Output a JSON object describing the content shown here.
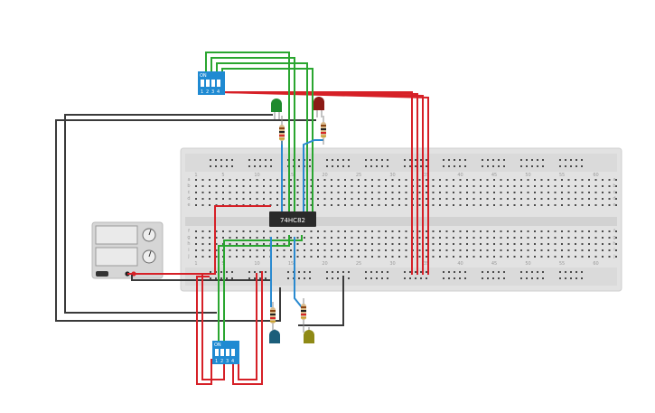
{
  "circuit": {
    "chip": {
      "label": "74HC82"
    },
    "dip_switch_top": {
      "on_label": "ON",
      "numbers": [
        "1",
        "2",
        "3",
        "4"
      ]
    },
    "dip_switch_bottom": {
      "on_label": "ON",
      "numbers": [
        "1",
        "2",
        "3",
        "4"
      ]
    },
    "leds": [
      {
        "name": "led-green",
        "color": "#1f8a2e"
      },
      {
        "name": "led-red",
        "color": "#8c1a16"
      },
      {
        "name": "led-blue",
        "color": "#1b5e7a"
      },
      {
        "name": "led-olive",
        "color": "#8f8a16"
      }
    ],
    "power_supply": {
      "indicator": "#d62728"
    },
    "breadboard": {
      "top_col_labels": [
        "1",
        "5",
        "10",
        "15",
        "20",
        "25",
        "30",
        "35",
        "40",
        "45",
        "50",
        "55",
        "60"
      ],
      "row_labels_upper": [
        "a",
        "b",
        "c",
        "d",
        "e"
      ],
      "row_labels_lower": [
        "f",
        "g",
        "h",
        "i",
        "j"
      ]
    },
    "wire_colors": {
      "red": "#d62027",
      "green": "#2aa630",
      "black": "#3a3a3a",
      "blue": "#2a8ad0"
    }
  }
}
